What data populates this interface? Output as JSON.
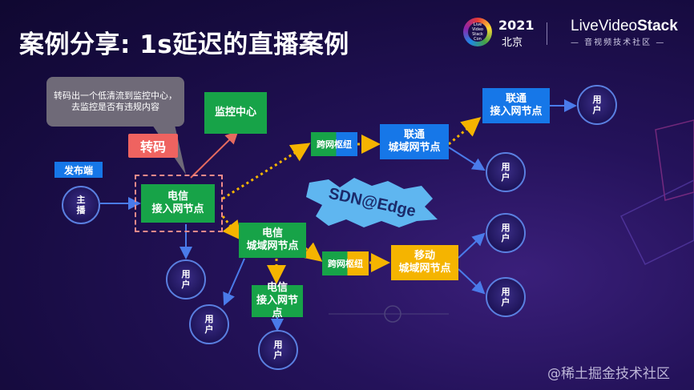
{
  "title": "案例分享: 1s延迟的直播案例",
  "logo": {
    "ring_text": "Live Video Stack Con",
    "year": "2021",
    "city": "北京",
    "brand_prefix": "LiveVideo",
    "brand_suffix": "Stack",
    "brand_sub": "— 音视频技术社区 —"
  },
  "callout": "转码出一个低清流到监控中心，去监控是否有违规内容",
  "tags": {
    "transcode": "转码",
    "publisher": "发布端"
  },
  "anchor": "主\n播",
  "nodes": {
    "monitor": "监控中心",
    "telecom_access_1": "电信\n接入网节点",
    "telecom_metro": "电信\n城域网节点",
    "telecom_access_2": "电信\n接入网节点",
    "hub_top": "跨网枢纽",
    "hub_bottom": "跨网枢纽",
    "unicom_metro": "联通\n城域网节点",
    "unicom_access": "联通\n接入网节点",
    "mobile_metro": "移动\n城域网节点"
  },
  "users": {
    "u1": "用\n户",
    "u2": "用\n户",
    "u3": "用\n户",
    "u4": "用\n户",
    "u5": "用\n户",
    "u6": "用\n户",
    "u7": "用\n户"
  },
  "sdn": "SDN@Edge",
  "watermark": "@稀土掘金技术社区",
  "colors": {
    "green": "#17a348",
    "blue": "#1677e8",
    "yellow": "#f5b400",
    "red": "#ef6360",
    "arrow_blue": "#4a7bea",
    "arrow_dotted": "#f5b400"
  }
}
